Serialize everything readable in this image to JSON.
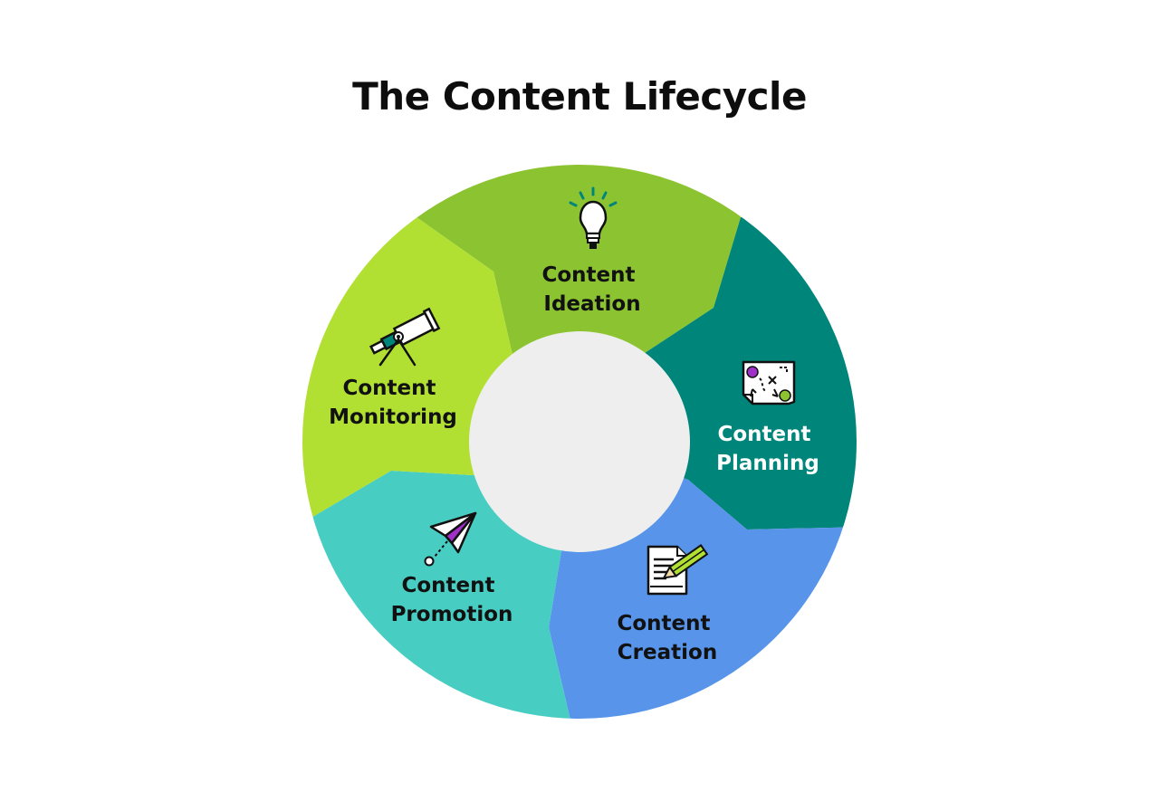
{
  "title": "The Content Lifecycle",
  "stages": [
    {
      "line1": "Content",
      "line2": "Ideation",
      "color": "#8cc431",
      "text_color": "#111111",
      "icon": "lightbulb-icon"
    },
    {
      "line1": "Content",
      "line2": "Planning",
      "color": "#00857a",
      "text_color": "#ffffff",
      "icon": "strategy-map-icon"
    },
    {
      "line1": "Content",
      "line2": "Creation",
      "color": "#5794ea",
      "text_color": "#111111",
      "icon": "document-pencil-icon"
    },
    {
      "line1": "Content",
      "line2": "Promotion",
      "color": "#48cdc3",
      "text_color": "#111111",
      "icon": "paper-plane-icon"
    },
    {
      "line1": "Content",
      "line2": "Monitoring",
      "color": "#b1df32",
      "text_color": "#111111",
      "icon": "telescope-icon"
    }
  ],
  "center_color": "#eeeeee"
}
